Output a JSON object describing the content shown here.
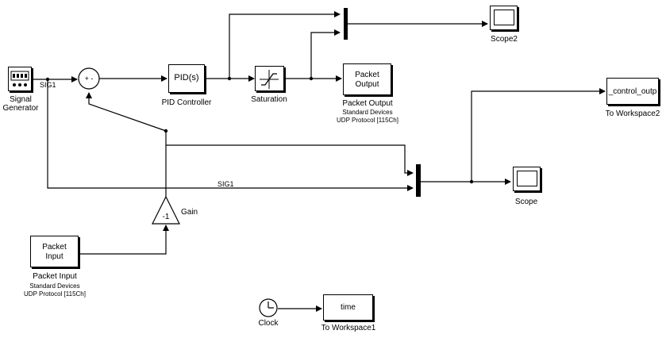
{
  "blocks": {
    "signal_generator": {
      "label_line1": "Signal",
      "label_line2": "Generator"
    },
    "sum": {
      "signs": "+ -"
    },
    "pid": {
      "inner": "PID(s)",
      "label": "PID Controller"
    },
    "saturation": {
      "label": "Saturation"
    },
    "packet_output": {
      "inner_line1": "Packet",
      "inner_line2": "Output",
      "label": "Packet Output",
      "sub1": "Standard Devices",
      "sub2": "UDP Protocol [115Ch]"
    },
    "scope2": {
      "label": "Scope2"
    },
    "workspace2": {
      "inner": "_control_outp",
      "label": "To Workspace2"
    },
    "scope": {
      "label": "Scope"
    },
    "gain": {
      "inner": "-1",
      "label": "Gain"
    },
    "packet_input": {
      "inner_line1": "Packet",
      "inner_line2": "Input",
      "label": "Packet Input",
      "sub1": "Standard Devices",
      "sub2": "UDP Protocol [115Ch]"
    },
    "clock": {
      "label": "Clock"
    },
    "workspace1": {
      "inner": "time",
      "label": "To Workspace1"
    }
  },
  "signals": {
    "sig1_top": "SIG1",
    "sig1_bottom": "SIG1"
  }
}
